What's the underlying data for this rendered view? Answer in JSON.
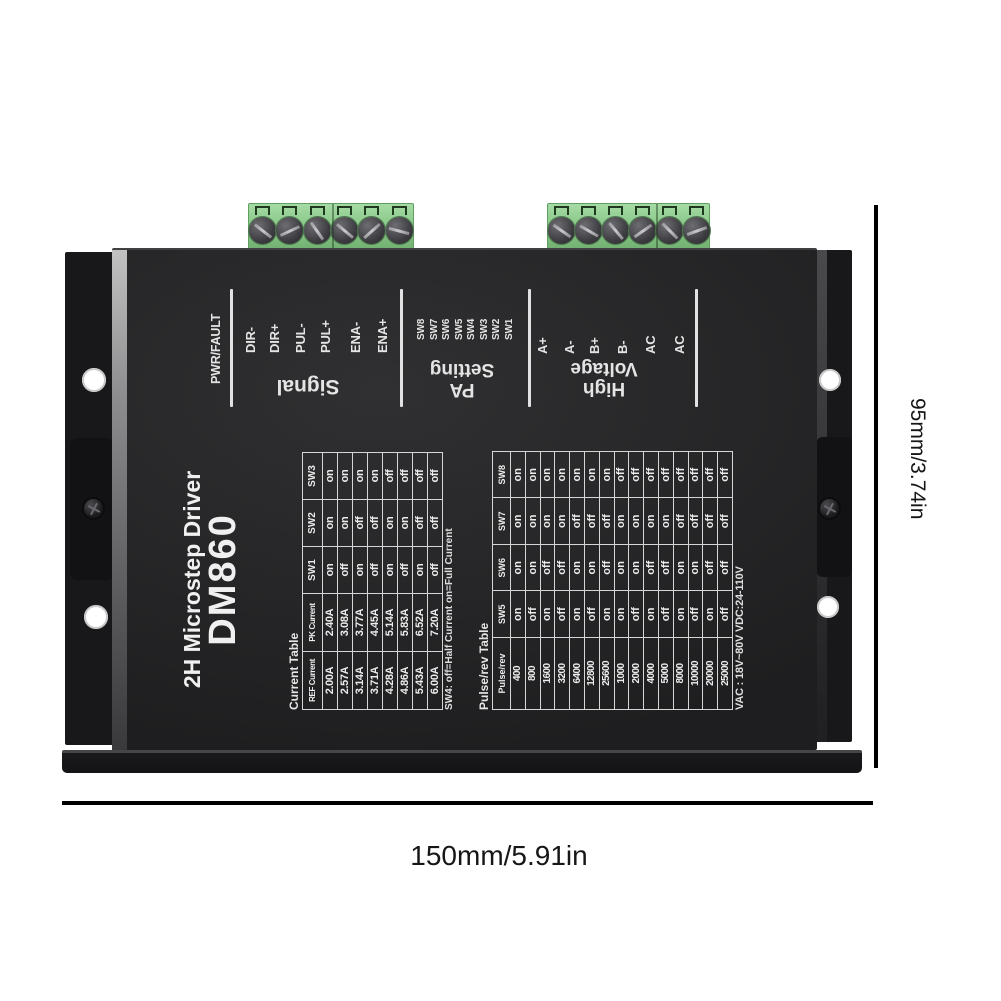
{
  "product": {
    "brand_title": "2H Microstep Driver",
    "model": "DM860",
    "sections": {
      "status": {
        "label": "PWR/FAULT"
      },
      "signal": {
        "title": "Signal",
        "pins": [
          "DIR-",
          "DIR+",
          "PUL-",
          "PUL+",
          "ENA-",
          "ENA+"
        ]
      },
      "pa_setting": {
        "title_lines": [
          "PA",
          "Setting"
        ],
        "pins": [
          "SW8",
          "SW7",
          "SW6",
          "SW5",
          "SW4",
          "SW3",
          "SW2",
          "SW1"
        ]
      },
      "high_voltage": {
        "title_lines": [
          "High",
          "Voltage"
        ],
        "pins": [
          "A+",
          "A-",
          "B+",
          "B-",
          "AC",
          "AC"
        ]
      }
    },
    "current_table": {
      "title": "Current Table",
      "headers": [
        "REF Current",
        "PK Current",
        "SW1",
        "SW2",
        "SW3"
      ],
      "rows": [
        [
          "2.00A",
          "2.40A",
          "on",
          "on",
          "on"
        ],
        [
          "2.57A",
          "3.08A",
          "off",
          "on",
          "on"
        ],
        [
          "3.14A",
          "3.77A",
          "on",
          "off",
          "on"
        ],
        [
          "3.71A",
          "4.45A",
          "off",
          "off",
          "on"
        ],
        [
          "4.28A",
          "5.14A",
          "on",
          "on",
          "off"
        ],
        [
          "4.86A",
          "5.83A",
          "off",
          "on",
          "off"
        ],
        [
          "5.43A",
          "6.52A",
          "on",
          "off",
          "off"
        ],
        [
          "6.00A",
          "7.20A",
          "off",
          "off",
          "off"
        ]
      ],
      "note": "SW4: off=Half Current  on=Full Current"
    },
    "pulse_table": {
      "title": "Pulse/rev Table",
      "headers": [
        "Pulse/rev",
        "SW5",
        "SW6",
        "SW7",
        "SW8"
      ],
      "rows": [
        [
          "400",
          "on",
          "on",
          "on",
          "on"
        ],
        [
          "800",
          "off",
          "on",
          "on",
          "on"
        ],
        [
          "1600",
          "on",
          "off",
          "on",
          "on"
        ],
        [
          "3200",
          "off",
          "off",
          "on",
          "on"
        ],
        [
          "6400",
          "on",
          "on",
          "off",
          "on"
        ],
        [
          "12800",
          "off",
          "on",
          "off",
          "on"
        ],
        [
          "25600",
          "on",
          "off",
          "off",
          "on"
        ],
        [
          "1000",
          "on",
          "on",
          "on",
          "off"
        ],
        [
          "2000",
          "off",
          "on",
          "on",
          "off"
        ],
        [
          "4000",
          "on",
          "off",
          "on",
          "off"
        ],
        [
          "5000",
          "off",
          "off",
          "on",
          "off"
        ],
        [
          "8000",
          "on",
          "on",
          "off",
          "off"
        ],
        [
          "10000",
          "off",
          "on",
          "off",
          "off"
        ],
        [
          "20000",
          "on",
          "off",
          "off",
          "off"
        ],
        [
          "25000",
          "off",
          "off",
          "off",
          "off"
        ]
      ],
      "note": "VAC : 18V~80V VDC:24-110V"
    }
  },
  "dimensions": {
    "height_label": "95mm/3.74in",
    "width_label": "150mm/5.91in"
  },
  "colors": {
    "case_black": "#232325",
    "terminal_green": "#8cc98c",
    "label_white": "#e4e4e4",
    "dimension_black": "#000000"
  }
}
